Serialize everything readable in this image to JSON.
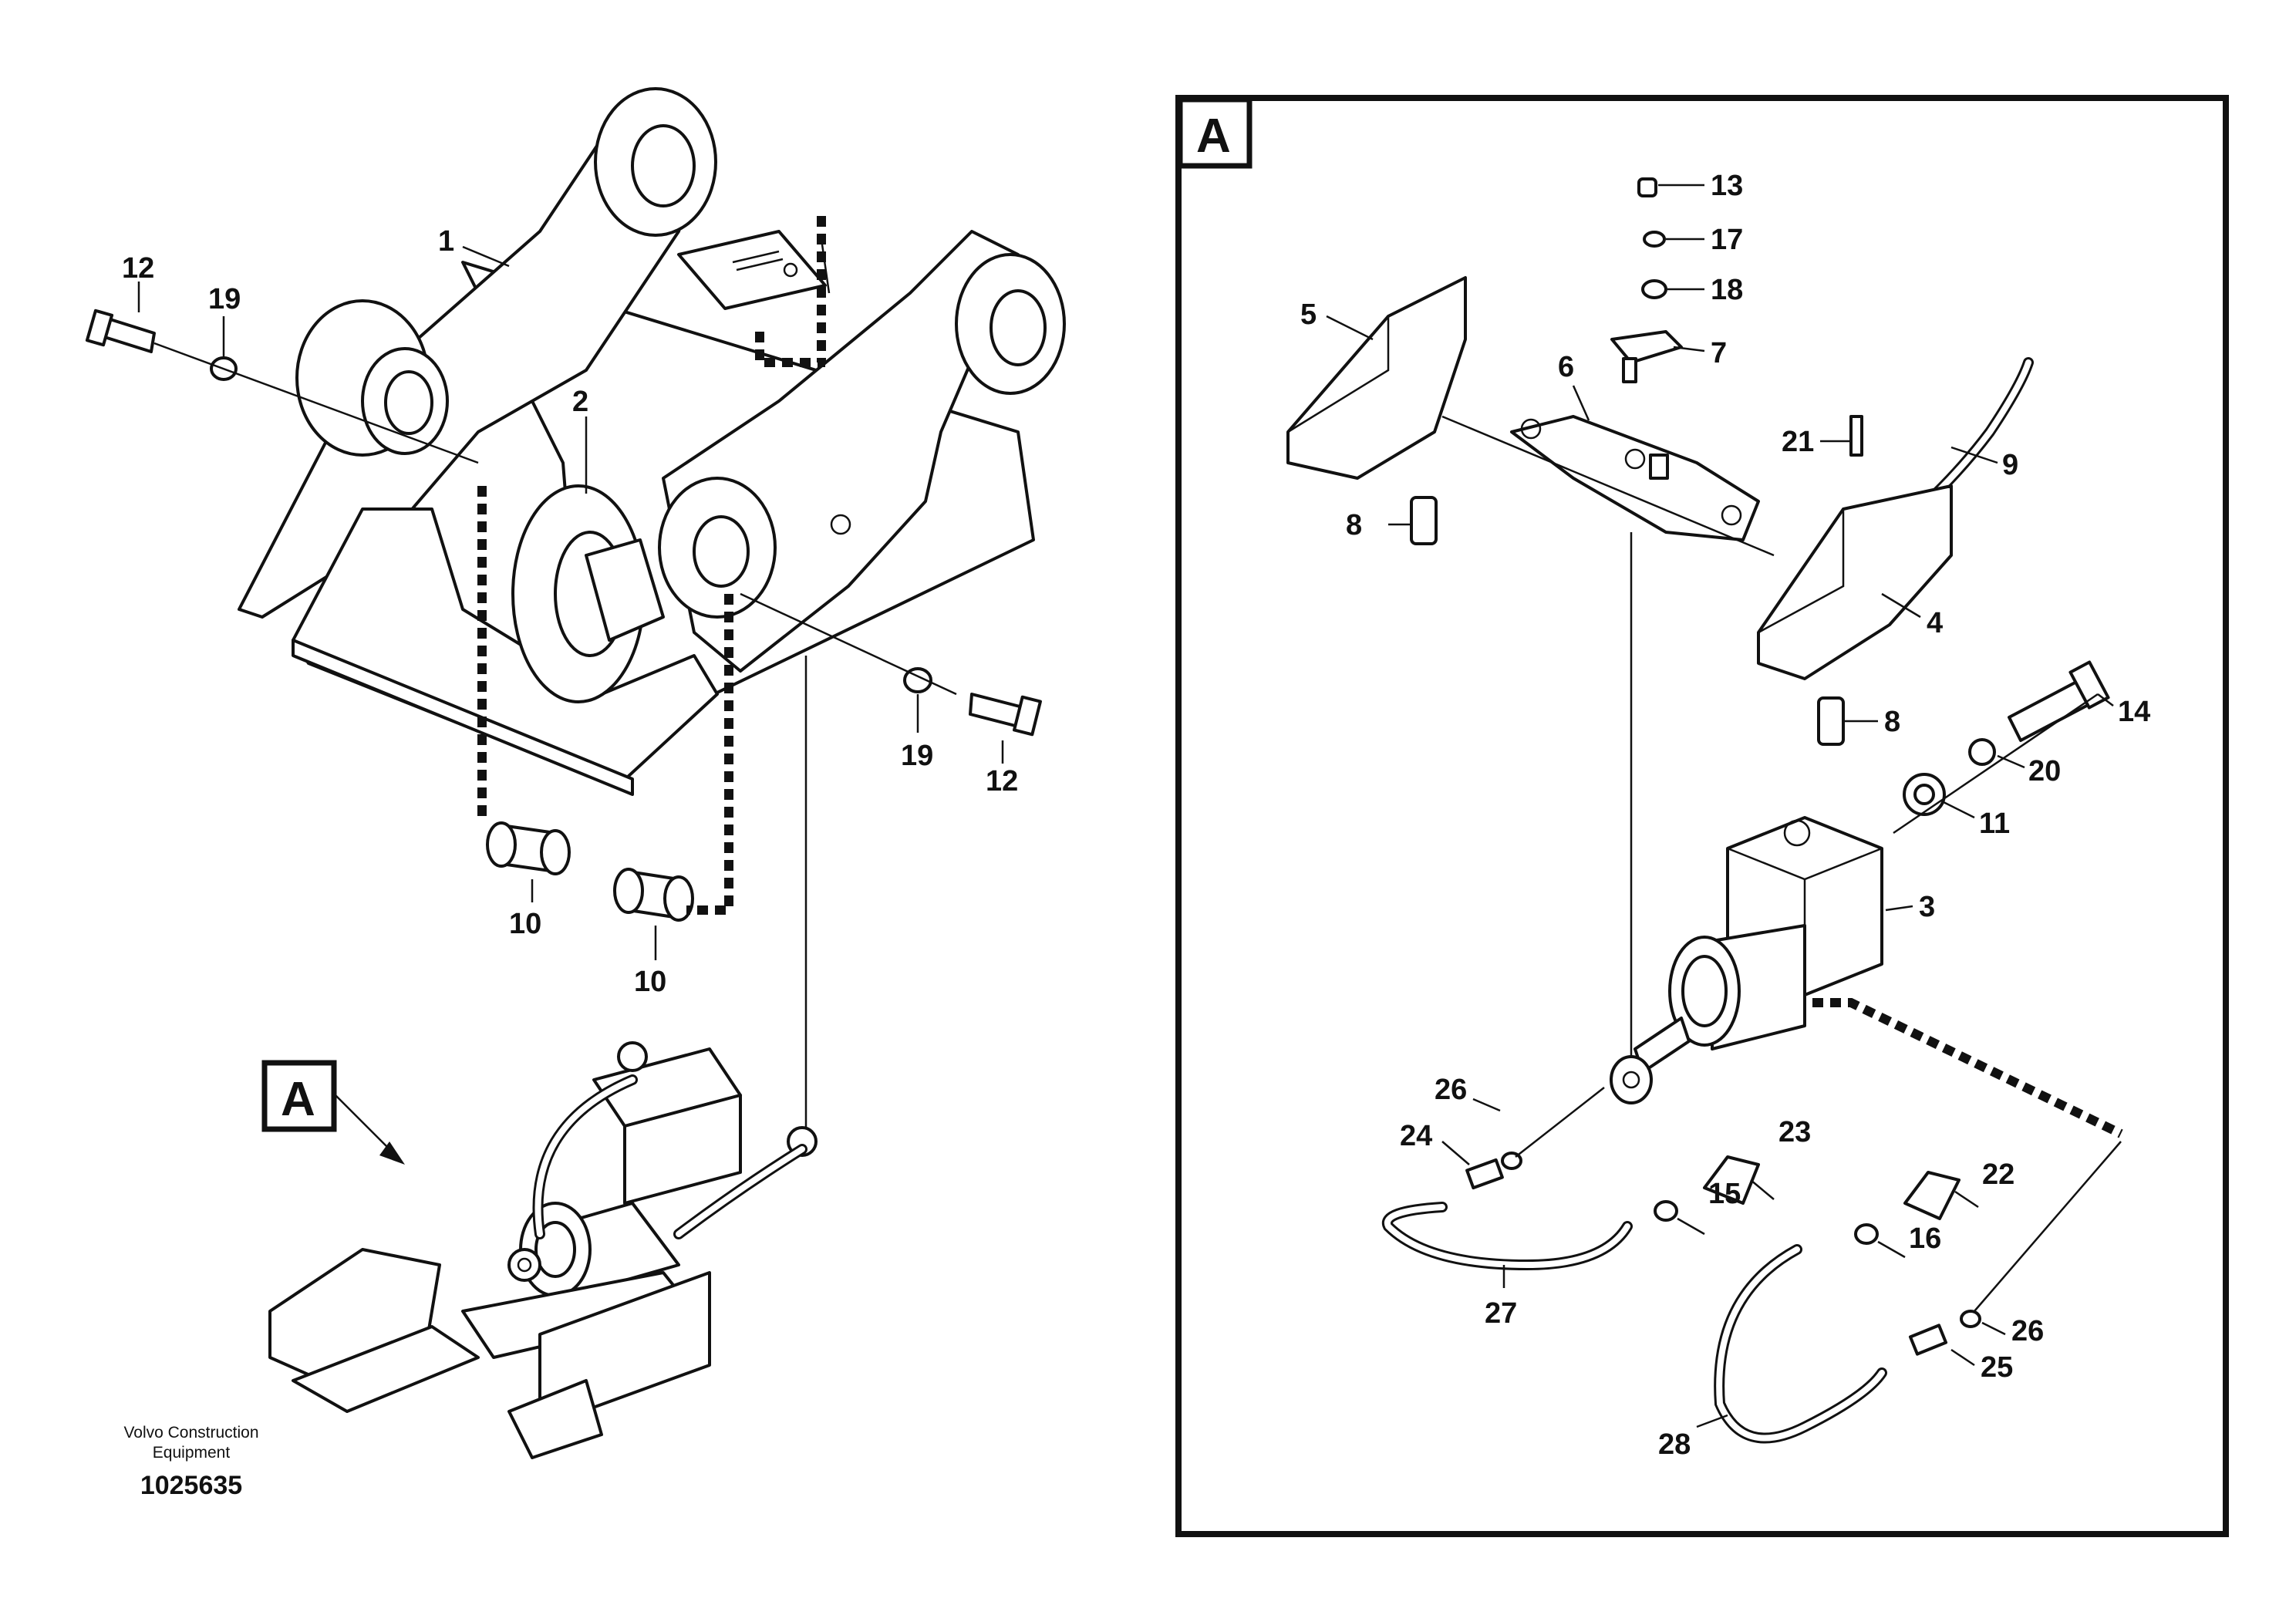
{
  "left_view": {
    "callouts": [
      "1",
      "2",
      "12",
      "19",
      "10",
      "10",
      "19",
      "12"
    ],
    "detail_badge": "A"
  },
  "detail_view": {
    "badge": "A",
    "callouts": [
      "13",
      "17",
      "18",
      "7",
      "5",
      "6",
      "21",
      "9",
      "8",
      "4",
      "8",
      "14",
      "20",
      "11",
      "3",
      "26",
      "24",
      "23",
      "15",
      "22",
      "16",
      "27",
      "26",
      "25",
      "28"
    ]
  },
  "footer": {
    "line1": "Volvo Construction",
    "line2": "Equipment",
    "number": "1025635"
  }
}
